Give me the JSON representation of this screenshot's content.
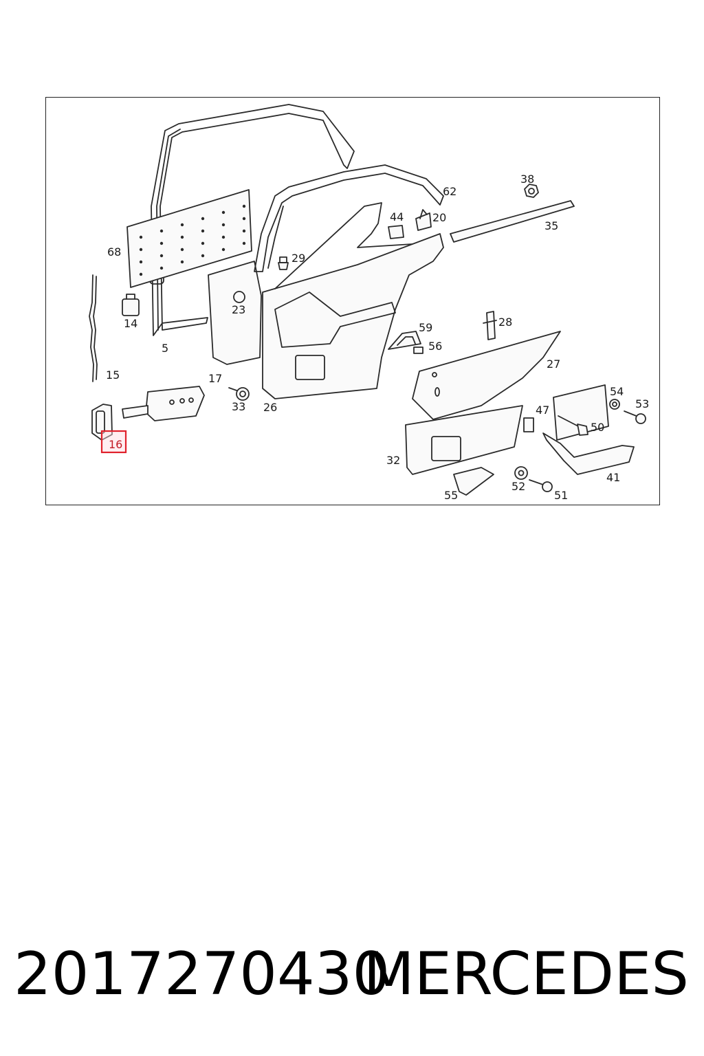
{
  "diagram": {
    "callouts": [
      "68",
      "14",
      "15",
      "16",
      "5",
      "17",
      "23",
      "29",
      "33",
      "26",
      "44",
      "20",
      "62",
      "38",
      "35",
      "59",
      "56",
      "28",
      "27",
      "32",
      "55",
      "47",
      "52",
      "51",
      "54",
      "53",
      "50",
      "41"
    ],
    "highlighted": "16"
  },
  "footer": {
    "part_number": "2017270430",
    "brand": "MERCEDES"
  },
  "colors": {
    "highlight_stroke": "#e0202b",
    "highlight_fill": "#ffd9e0",
    "line": "#2a2a2a"
  }
}
